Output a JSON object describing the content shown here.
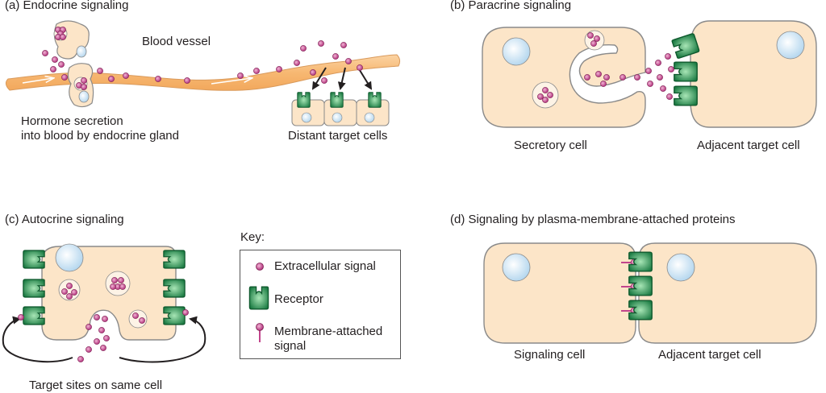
{
  "panels": {
    "a": {
      "title": "(a)  Endocrine signaling",
      "blood_vessel": "Blood vessel",
      "secretion_line1": "Hormone secretion",
      "secretion_line2": "into blood by endocrine gland",
      "targets": "Distant target cells"
    },
    "b": {
      "title": "(b)  Paracrine signaling",
      "secretory": "Secretory cell",
      "adjacent": "Adjacent target cell"
    },
    "c": {
      "title": "(c)  Autocrine signaling",
      "targets": "Target sites on same cell"
    },
    "d": {
      "title": "(d)  Signaling by plasma-membrane-attached proteins",
      "signaling": "Signaling cell",
      "adjacent": "Adjacent target cell"
    }
  },
  "key": {
    "title": "Key:",
    "items": [
      {
        "label": "Extracellular signal",
        "icon": "extracellular-signal-icon"
      },
      {
        "label": "Receptor",
        "icon": "receptor-icon"
      },
      {
        "label_line1": "Membrane-attached",
        "label_line2": "signal",
        "icon": "membrane-attached-signal-icon"
      }
    ]
  },
  "colors": {
    "cell_fill": "#fce5c8",
    "cell_stroke": "#8a8a8a",
    "nucleus_fill": "#cfe6f5",
    "vessel_fill": "#f9c48b",
    "receptor_dark": "#1e7d45",
    "receptor_light": "#7fcf95",
    "signal_fill": "#c2458c"
  }
}
